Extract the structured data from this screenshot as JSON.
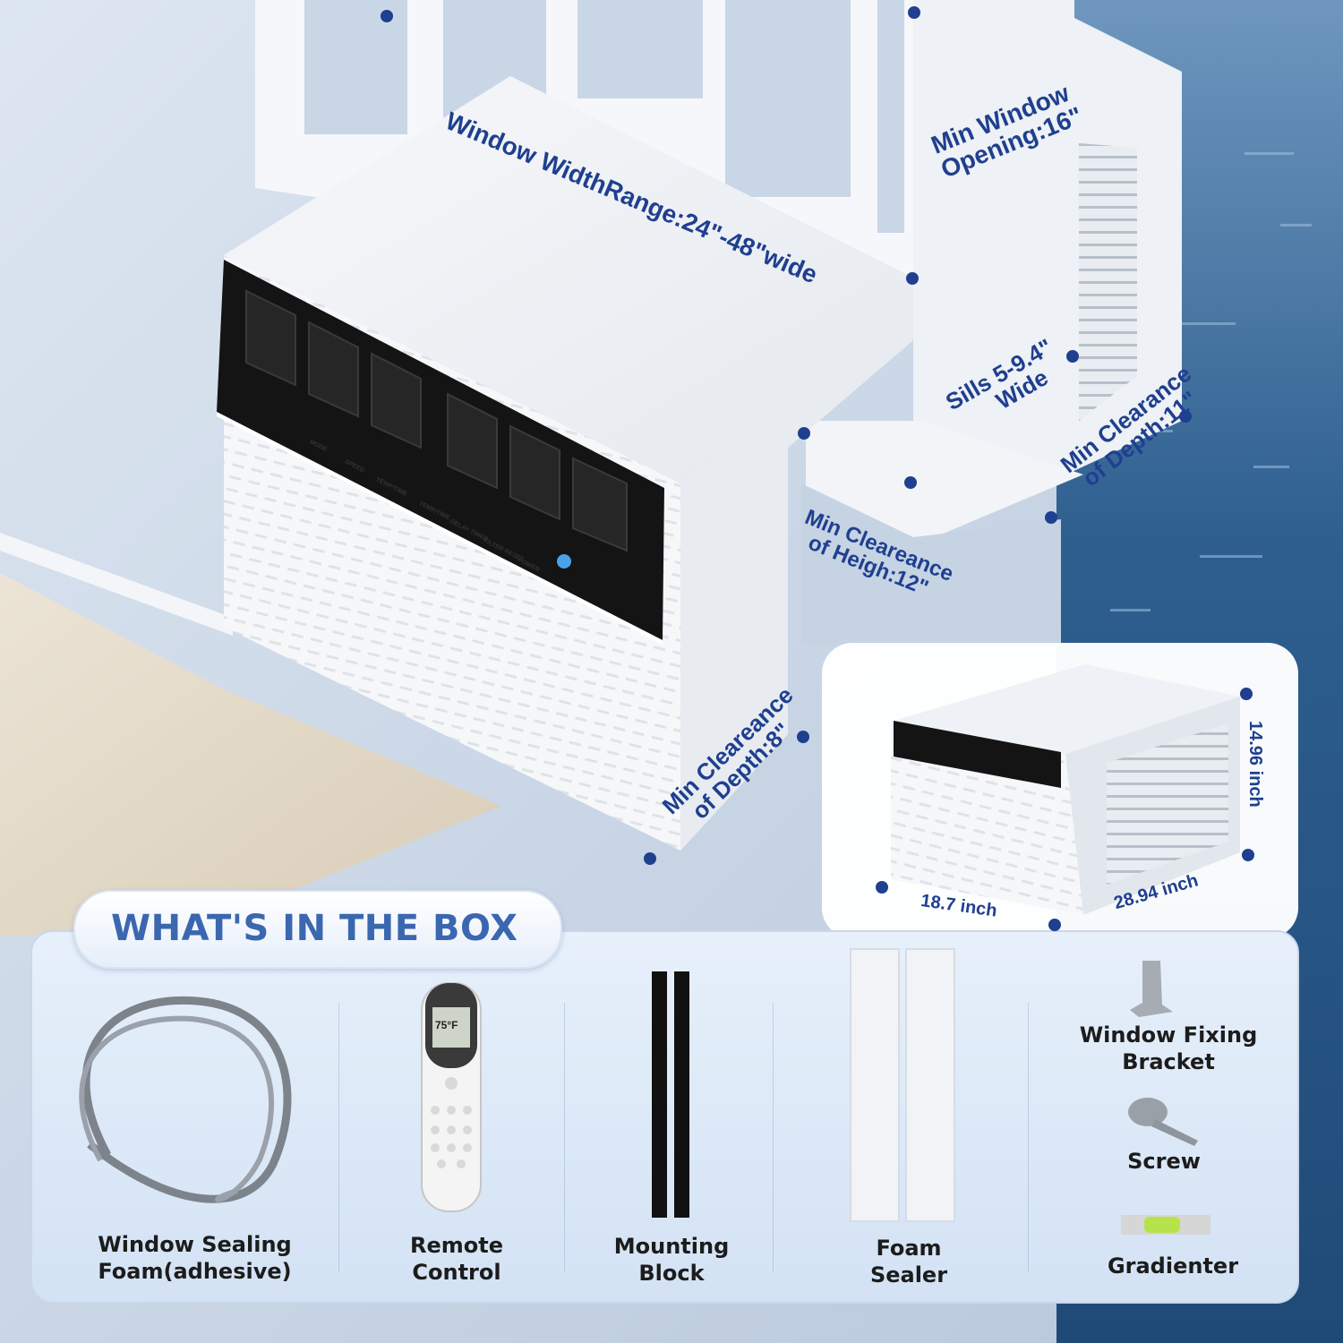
{
  "dimensions": {
    "window_width": "Window WidthRange:24\"-48\"wide",
    "min_window_opening_line1": "Min Window",
    "min_window_opening_line2": "Opening:16\"",
    "sills_line1": "Sills 5-9.4\"",
    "sills_line2": "Wide",
    "clearance_depth_11_line1": "Min  Clearance",
    "clearance_depth_11_line2": "of Depth:11\"",
    "clearance_height_line1": "Min Cleareance",
    "clearance_height_line2": "of Heigh:12\"",
    "clearance_depth_8_line1": "Min Cleareance",
    "clearance_depth_8_line2": "of Depth:8\""
  },
  "unit_panel": {
    "mode": "MODE",
    "speed": "SPEED",
    "temp_up": "TEMP/TIME",
    "temp_down": "TEMP/TIME",
    "delay_timer": "DELAY TIMER",
    "filter_reset": "FILTER RESET",
    "power": "POWER"
  },
  "inset": {
    "height": "14.96 inch",
    "width": "18.7 inch",
    "depth": "28.94 inch"
  },
  "box": {
    "title": "WHAT'S IN THE BOX",
    "items": [
      {
        "line1": "Window Sealing",
        "line2": "Foam(adhesive)"
      },
      {
        "line1": "Remote",
        "line2": "Control"
      },
      {
        "line1": "Mounting",
        "line2": "Block"
      },
      {
        "line1": "Foam",
        "line2": "Sealer"
      },
      {
        "line1": "Window Fixing",
        "line2": "Bracket"
      },
      {
        "line1": "Screw",
        "line2": ""
      },
      {
        "line1": "Gradienter",
        "line2": ""
      }
    ],
    "remote_display": "75°F"
  },
  "colors": {
    "accent": "#1f3f8f",
    "title": "#3b67b0",
    "sea": "#2d5f8c"
  }
}
